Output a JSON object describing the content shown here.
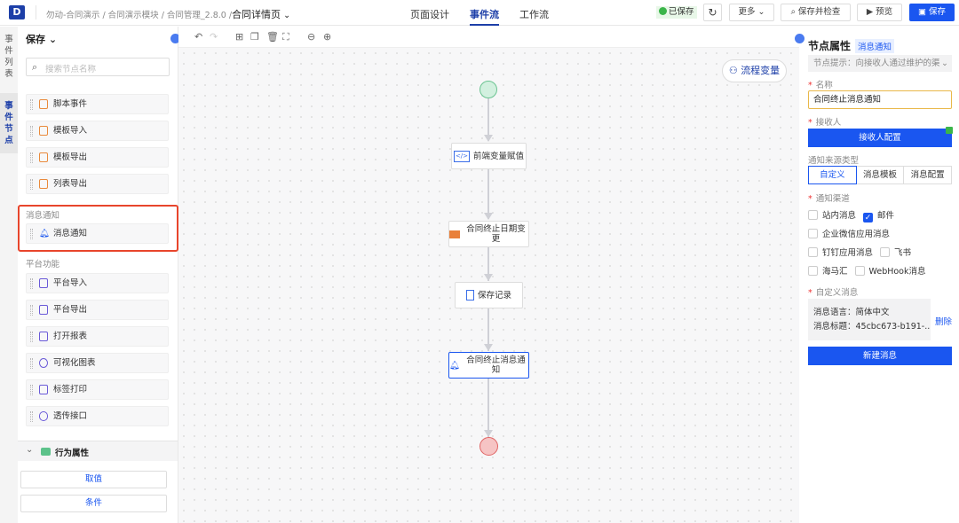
{
  "header": {
    "logo": "D",
    "breadcrumb": "勿动-合同演示 / 合同演示模块 / 合同管理_2.8.0 /",
    "page": "合同详情页",
    "tabs": [
      {
        "label": "页面设计"
      },
      {
        "label": "事件流"
      },
      {
        "label": "工作流"
      }
    ],
    "saved_status": "已保存",
    "more": "更多",
    "save_check": "保存并检查",
    "preview": "预览",
    "save": "保存"
  },
  "vtabs": [
    {
      "label": "事件列表"
    },
    {
      "label": "事件节点"
    }
  ],
  "left": {
    "title": "保存",
    "search_placeholder": "搜索节点名称",
    "items1": [
      {
        "label": "脚本事件"
      },
      {
        "label": "模板导入"
      },
      {
        "label": "模板导出"
      },
      {
        "label": "列表导出"
      }
    ],
    "group_notify": "消息通知",
    "notify_item": "消息通知",
    "group_platform": "平台功能",
    "items2": [
      {
        "label": "平台导入"
      },
      {
        "label": "平台导出"
      },
      {
        "label": "打开报表"
      },
      {
        "label": "可视化图表"
      },
      {
        "label": "标签打印"
      },
      {
        "label": "透传接口"
      }
    ],
    "behavior": "行为属性",
    "btn_value": "取值",
    "btn_condition": "条件"
  },
  "canvas": {
    "flow_var": "流程变量",
    "nodes": [
      {
        "label": "前端变量赋值"
      },
      {
        "label": "合同终止日期变更"
      },
      {
        "label": "保存记录"
      },
      {
        "label": "合同终止消息通知"
      }
    ]
  },
  "right": {
    "title": "节点属性",
    "badge": "消息通知",
    "hint": "节点提示：向接收人通过维护的渠",
    "name_label": "名称",
    "name_value": "合同终止消息通知",
    "receiver_label": "接收人",
    "receiver_btn": "接收人配置",
    "source_label": "通知来源类型",
    "source_tabs": [
      {
        "label": "自定义"
      },
      {
        "label": "消息模板"
      },
      {
        "label": "消息配置"
      }
    ],
    "channel_label": "通知渠道",
    "channels": [
      {
        "label": "站内消息",
        "checked": false
      },
      {
        "label": "邮件",
        "checked": true
      },
      {
        "label": "企业微信应用消息",
        "checked": false
      },
      {
        "label": "钉钉应用消息",
        "checked": false
      },
      {
        "label": "飞书",
        "checked": false
      },
      {
        "label": "海马汇",
        "checked": false
      },
      {
        "label": "WebHook消息",
        "checked": false
      }
    ],
    "custom_label": "自定义消息",
    "msg_lang": "消息语言：简体中文",
    "msg_title": "消息标题：45cbc673-b191-...",
    "delete": "删除",
    "new_msg": "新建消息"
  }
}
